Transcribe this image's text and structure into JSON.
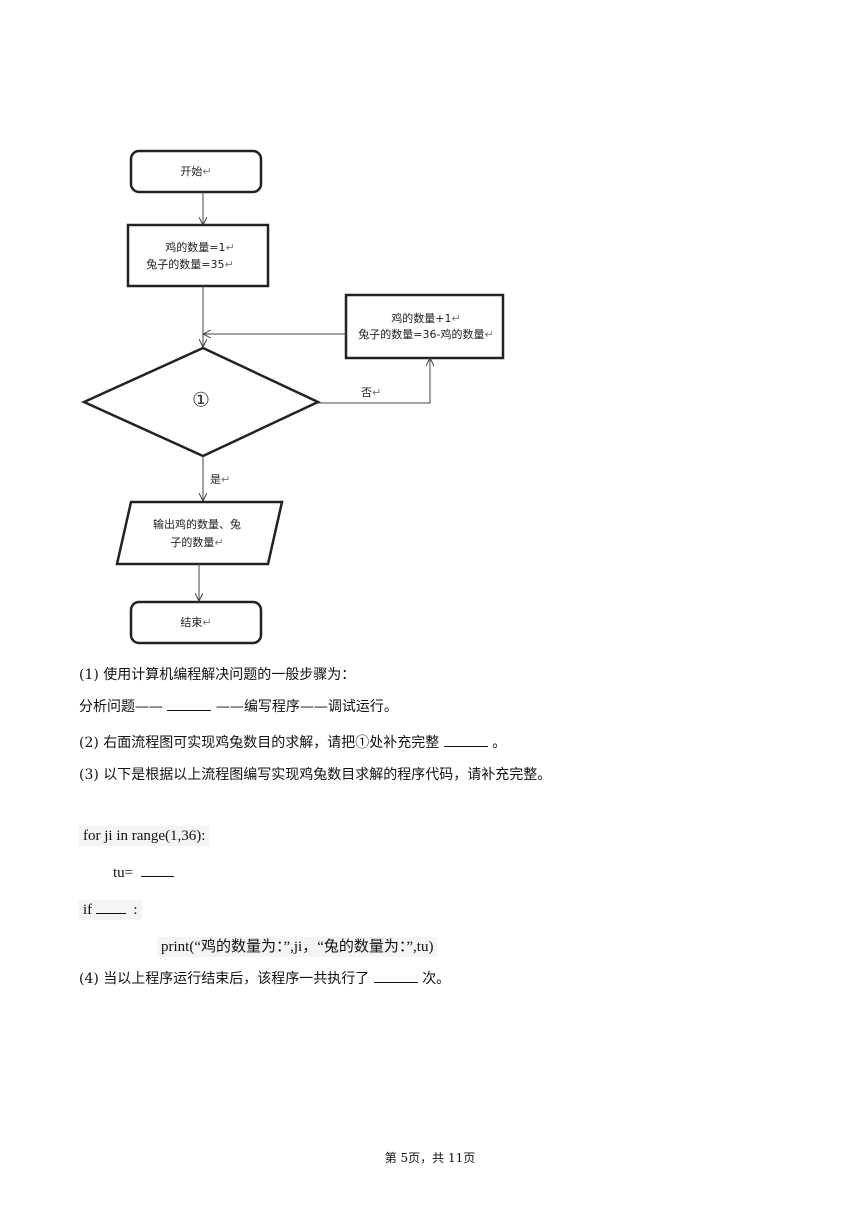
{
  "flowchart": {
    "start": "开始",
    "init_line1": "鸡的数量=1",
    "init_line2": "兔子的数量=35",
    "update_line1": "鸡的数量+1",
    "update_line2": "兔子的数量=36-鸡的数量",
    "condition": "①",
    "no_label": "否",
    "yes_label": "是",
    "output_line1": "输出鸡的数量、兔",
    "output_line2": "子的数量",
    "end": "结束",
    "return_mark": "↵"
  },
  "questions": {
    "q1_line1": "(1) 使用计算机编程解决问题的一般步骤为：",
    "q1_line2_a": "分析问题——",
    "q1_line2_b": "——编写程序——调试运行。",
    "q2_a": "(2) 右面流程图可实现鸡兔数目的求解，请把①处补充完整",
    "q2_b": "。",
    "q3": "(3) 以下是根据以上流程图编写实现鸡兔数目求解的程序代码，请补充完整。",
    "q4_a": "(4) 当以上程序运行结束后，该程序一共执行了",
    "q4_b": "次。"
  },
  "code": {
    "line1": "for ji in range(1,36):",
    "line2": "tu=",
    "line3_a": "if",
    "line3_b": ":",
    "line4": "print(“鸡的数量为：”,ji，“兔的数量为：”,tu)"
  },
  "footer": "第 5页，共 11页"
}
